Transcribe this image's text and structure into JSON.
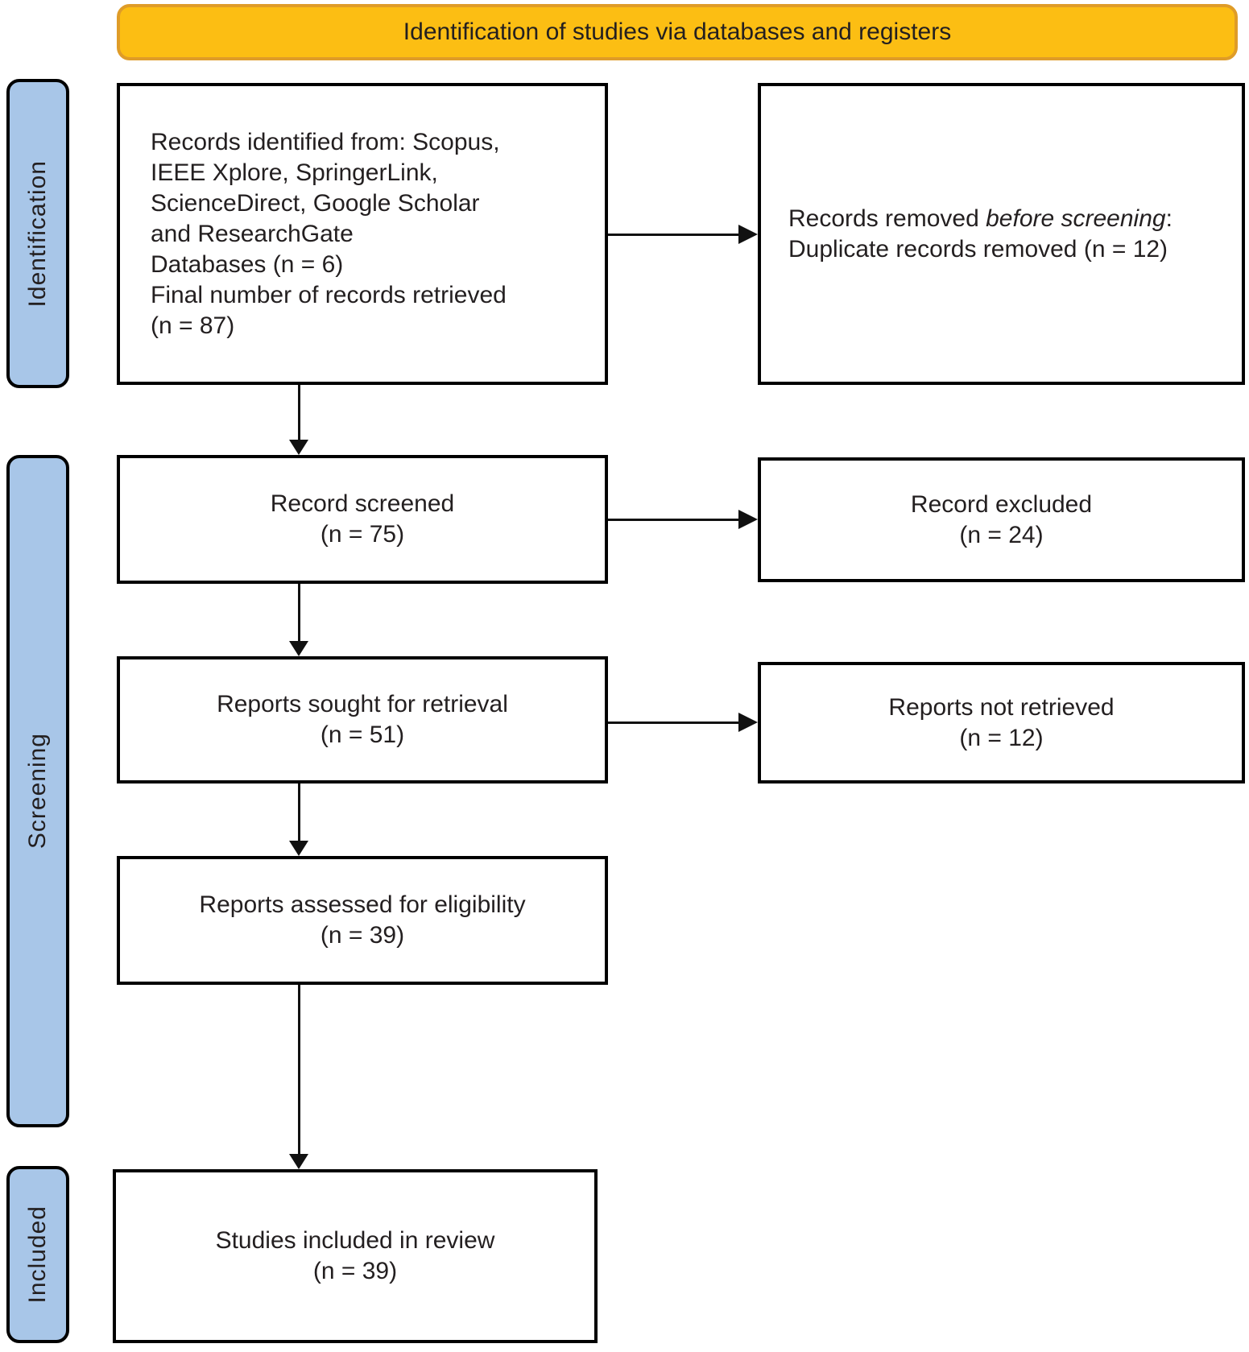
{
  "banner": {
    "title": "Identification of studies via databases and registers"
  },
  "colors": {
    "banner_fill": "#FCBE13",
    "banner_border": "#DF9C28",
    "stage_fill": "#A8C6E8",
    "line_color": "#111111",
    "text_color": "#231F20"
  },
  "stages": {
    "identification": "Identification",
    "screening": "Screening",
    "included": "Included"
  },
  "boxes": {
    "identified": {
      "text": "Records identified from: Scopus,\nIEEE Xplore, SpringerLink,\nScienceDirect, Google Scholar\nand ResearchGate\nDatabases (n = 6)\nFinal number of records retrieved\n(n = 87)"
    },
    "removed": {
      "pre": "Records removed ",
      "italic": "before screening",
      "post": ":",
      "line2": "Duplicate records removed (n = 12)"
    },
    "screened": {
      "line1": "Record screened",
      "line2": "(n = 75)"
    },
    "excluded": {
      "line1": "Record excluded",
      "line2": "(n = 24)"
    },
    "sought": {
      "line1": "Reports sought for retrieval",
      "line2": "(n = 51)"
    },
    "not_retrieved": {
      "line1": "Reports not retrieved",
      "line2": "(n = 12)"
    },
    "assessed": {
      "line1": "Reports assessed for eligibility",
      "line2": "(n = 39)"
    },
    "included": {
      "line1": "Studies included in review",
      "line2": "(n = 39)"
    }
  }
}
